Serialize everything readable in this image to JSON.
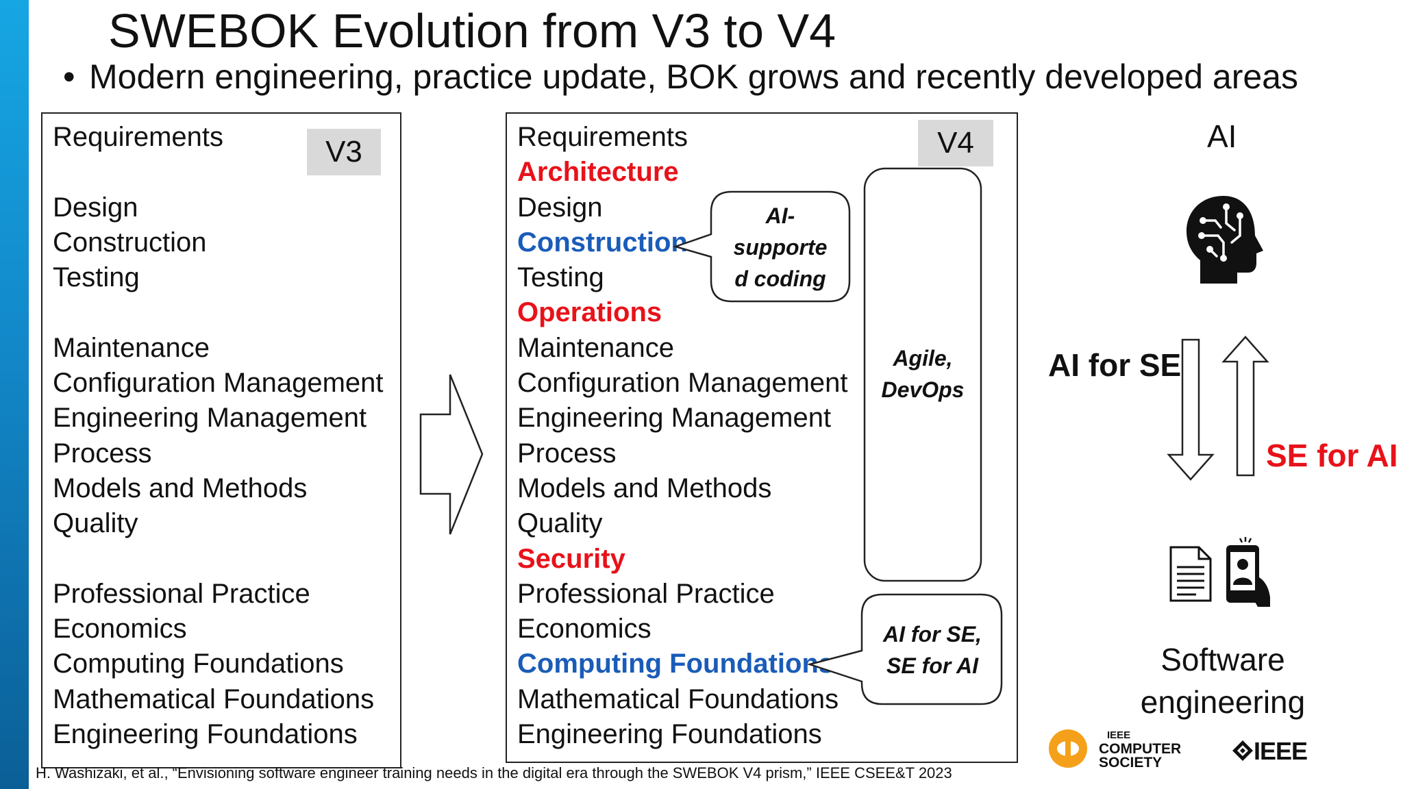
{
  "slide": {
    "title": "SWEBOK Evolution from V3 to V4",
    "bullet": "Modern engineering, practice update, BOK grows and recently developed areas"
  },
  "v3": {
    "tag": "V3",
    "items": [
      {
        "label": "Requirements",
        "style": "normal"
      },
      {
        "label": "",
        "style": "gap"
      },
      {
        "label": "Design",
        "style": "normal"
      },
      {
        "label": "Construction",
        "style": "normal"
      },
      {
        "label": "Testing",
        "style": "normal"
      },
      {
        "label": "",
        "style": "gap"
      },
      {
        "label": "Maintenance",
        "style": "normal"
      },
      {
        "label": "Configuration Management",
        "style": "normal"
      },
      {
        "label": "Engineering Management",
        "style": "normal"
      },
      {
        "label": "Process",
        "style": "normal"
      },
      {
        "label": "Models and Methods",
        "style": "normal"
      },
      {
        "label": "Quality",
        "style": "normal"
      },
      {
        "label": "",
        "style": "gap"
      },
      {
        "label": "Professional Practice",
        "style": "normal"
      },
      {
        "label": "Economics",
        "style": "normal"
      },
      {
        "label": "Computing Foundations",
        "style": "normal"
      },
      {
        "label": "Mathematical Foundations",
        "style": "normal"
      },
      {
        "label": "Engineering Foundations",
        "style": "normal"
      }
    ]
  },
  "v4": {
    "tag": "V4",
    "items": [
      {
        "label": "Requirements",
        "style": "normal"
      },
      {
        "label": "Architecture",
        "style": "red"
      },
      {
        "label": "Design",
        "style": "normal"
      },
      {
        "label": "Construction",
        "style": "blue"
      },
      {
        "label": "Testing",
        "style": "normal"
      },
      {
        "label": "Operations",
        "style": "red"
      },
      {
        "label": "Maintenance",
        "style": "normal"
      },
      {
        "label": "Configuration Management",
        "style": "normal"
      },
      {
        "label": "Engineering Management",
        "style": "normal"
      },
      {
        "label": "Process",
        "style": "normal"
      },
      {
        "label": "Models and Methods",
        "style": "normal"
      },
      {
        "label": "Quality",
        "style": "normal"
      },
      {
        "label": "Security",
        "style": "red"
      },
      {
        "label": "Professional Practice",
        "style": "normal"
      },
      {
        "label": "Economics",
        "style": "normal"
      },
      {
        "label": "Computing Foundations",
        "style": "blue"
      },
      {
        "label": "Mathematical Foundations",
        "style": "normal"
      },
      {
        "label": "Engineering Foundations",
        "style": "normal"
      }
    ],
    "callout_construction": [
      "AI-",
      "supporte",
      "d coding"
    ],
    "agile_box": [
      "Agile,",
      "DevOps"
    ],
    "callout_foundations": [
      "AI for SE,",
      "SE for AI"
    ]
  },
  "right": {
    "ai_label": "AI",
    "ai_for_se": "AI for SE",
    "se_for_ai": "SE for AI",
    "se_label_line1": "Software",
    "se_label_line2": "engineering",
    "logo_cs_line1": "IEEE",
    "logo_cs_line2": "COMPUTER",
    "logo_cs_line3": "SOCIETY",
    "logo_ieee": "IEEE"
  },
  "citation": "H. Washizaki, et al., “Envisioning software engineer training needs in the digital era through the SWEBOK V4 prism,” IEEE CSEE&T 2023",
  "colors": {
    "added_red": "#e8121a",
    "changed_blue": "#1a5cb8",
    "side_bar": "#1287c8",
    "version_tag_bg": "#d9d9d9",
    "logo_orange": "#f5a01a"
  },
  "icons": [
    "brain-circuit-icon",
    "document-icon",
    "smartphone-user-icon"
  ]
}
